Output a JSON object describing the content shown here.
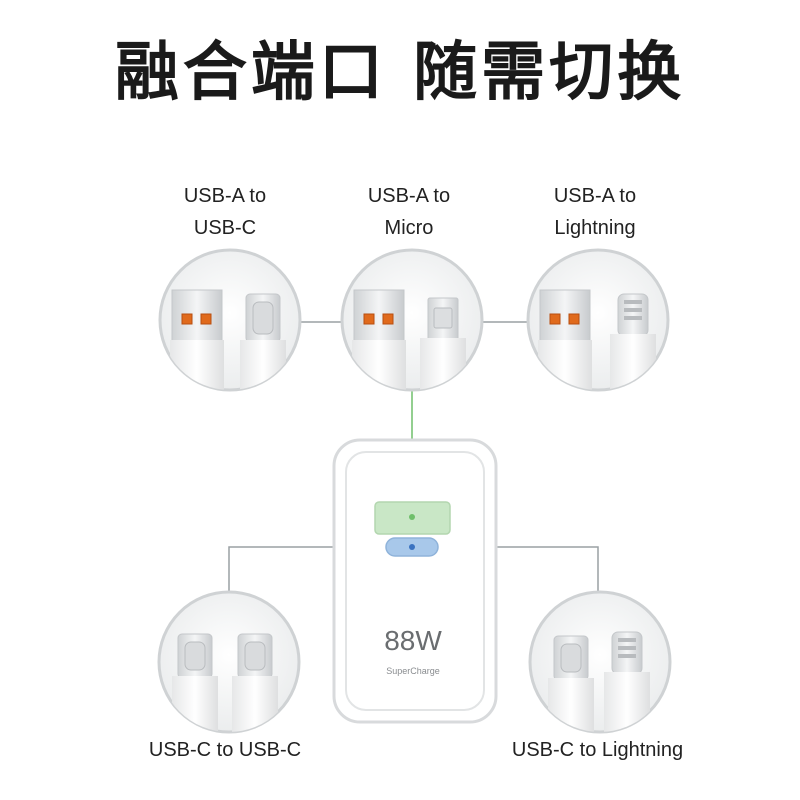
{
  "headline": "融合端口 随需切换",
  "top_cables": [
    {
      "line1": "USB-A to",
      "line2": "USB-C"
    },
    {
      "line1": "USB-A to",
      "line2": "Micro"
    },
    {
      "line1": "USB-A to",
      "line2": "Lightning"
    }
  ],
  "bottom_cables": [
    {
      "label": "USB-C to USB-C"
    },
    {
      "label": "USB-C to Lightning"
    }
  ],
  "charger": {
    "wattage": "88W",
    "subtitle": "SuperCharge"
  },
  "colors": {
    "usb_a_port": "#c9e7c6",
    "usb_c_port": "#a8c8ea",
    "line": "#9aa0a4",
    "green_line": "#6fbf6a",
    "blue_line": "#6a98d4"
  }
}
